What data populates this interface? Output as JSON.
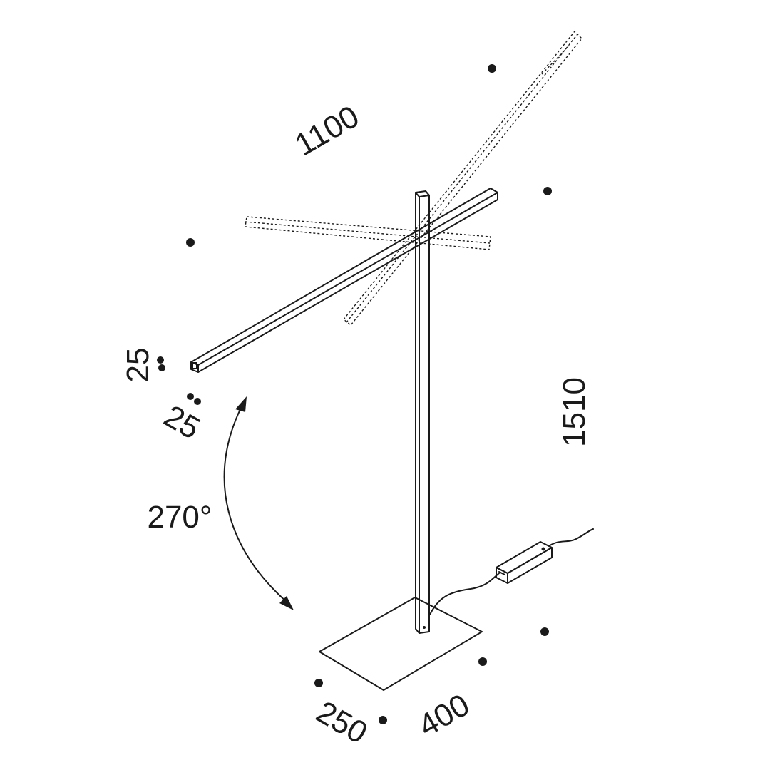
{
  "dimensions": {
    "arm_length": "1100",
    "total_height": "1510",
    "profile_height": "25",
    "profile_width": "25",
    "rotation": "270°",
    "base_width": "250",
    "base_depth": "400"
  }
}
